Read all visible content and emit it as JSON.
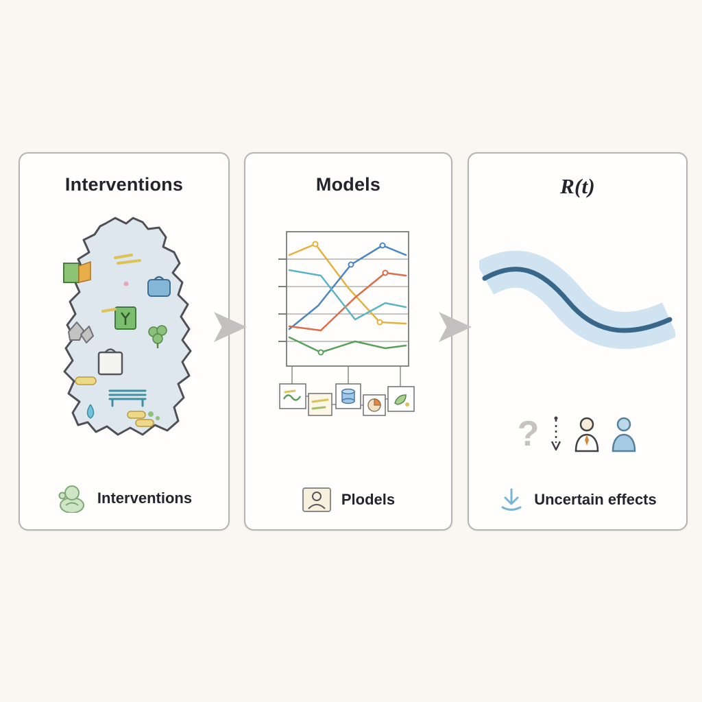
{
  "canvas": {
    "background": "#faf6f1"
  },
  "panels": {
    "interventions": {
      "title": "Interventions",
      "caption": "Interventions"
    },
    "models": {
      "title": "Models",
      "caption": "Plodels"
    },
    "rt": {
      "title": "R(t)",
      "caption": "Uncertain effects",
      "question_mark": "?"
    }
  },
  "icons": {
    "interventions_caption_icon": "green-figure-icon",
    "models_caption_icon": "framed-person-icon",
    "rt_caption_icon": "blue-down-arrow-icon",
    "flow_arrows": "gray-right-arrow"
  },
  "colors": {
    "card_border": "#b5b3b1",
    "map_fill": "#dde7ed",
    "map_outline": "#4f4f55",
    "rt_band": "#cfe3f1",
    "rt_curve": "#38678a",
    "arrow_gray": "#c2c1c0",
    "question_gray": "#c4c4c4",
    "caption_green": "#cfe6c6",
    "caption_blue": "#7ab4d6"
  },
  "chart_data": {
    "type": "line",
    "context": "stylized crossing model trajectories shown inside the Models panel (no axis labels visible)",
    "grid": true,
    "gridline_ys": [
      50,
      90,
      130,
      170
    ],
    "series": [
      {
        "name": "model-yellow",
        "color": "#e5b13d",
        "points": [
          [
            36,
            44
          ],
          [
            74,
            28
          ],
          [
            122,
            92
          ],
          [
            168,
            142
          ],
          [
            206,
            144
          ]
        ],
        "marker_indices": [
          1,
          3
        ]
      },
      {
        "name": "model-blue",
        "color": "#4a86c2",
        "points": [
          [
            36,
            152
          ],
          [
            78,
            118
          ],
          [
            126,
            58
          ],
          [
            172,
            30
          ],
          [
            206,
            44
          ]
        ],
        "marker_indices": [
          2,
          3
        ]
      },
      {
        "name": "model-orange",
        "color": "#e06b4a",
        "points": [
          [
            36,
            148
          ],
          [
            82,
            154
          ],
          [
            132,
            106
          ],
          [
            176,
            70
          ],
          [
            206,
            74
          ]
        ],
        "marker_indices": [
          3
        ]
      },
      {
        "name": "model-teal",
        "color": "#5ab4c4",
        "points": [
          [
            36,
            66
          ],
          [
            82,
            74
          ],
          [
            132,
            138
          ],
          [
            176,
            114
          ],
          [
            206,
            120
          ]
        ],
        "marker_indices": []
      },
      {
        "name": "model-green",
        "color": "#58a05c",
        "points": [
          [
            36,
            164
          ],
          [
            82,
            186
          ],
          [
            132,
            170
          ],
          [
            176,
            180
          ],
          [
            206,
            176
          ]
        ],
        "marker_indices": [
          1
        ]
      }
    ]
  }
}
